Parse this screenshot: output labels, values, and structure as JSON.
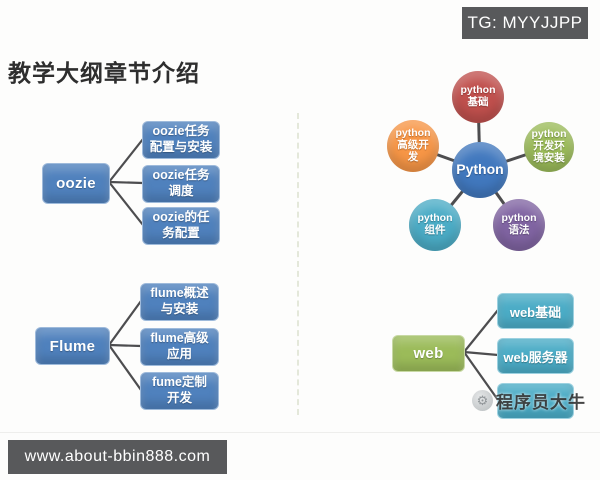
{
  "badges": {
    "top_right": "TG: MYYJJPP",
    "bottom_left": "www.about-bbin888.com"
  },
  "title": "教学大纲章节介绍",
  "colors": {
    "node_blue": "#4f81bd",
    "center_blue": "#4178be",
    "red": "#c0504d",
    "orange": "#f79646",
    "green": "#9bbb59",
    "teal": "#4bacc6",
    "purple": "#8064a2",
    "badge_bg": "#58595b",
    "connector": "#4d4d4f"
  },
  "trees": {
    "oozie": {
      "root": "oozie",
      "children": [
        {
          "line1": "oozie任务",
          "line2": "配置与安装"
        },
        {
          "line1": "oozie任务",
          "line2": "调度"
        },
        {
          "line1": "oozie的任",
          "line2": "务配置"
        }
      ]
    },
    "flume": {
      "root": "Flume",
      "children": [
        {
          "line1": "flume概述",
          "line2": "与安装"
        },
        {
          "line1": "flume高级",
          "line2": "应用"
        },
        {
          "line1": "fume定制",
          "line2": "开发"
        }
      ]
    },
    "web": {
      "root": "web",
      "children": [
        {
          "label": "web基础"
        },
        {
          "label": "web服务器"
        },
        {
          "label": ""
        }
      ]
    }
  },
  "python_star": {
    "center": "Python",
    "satellites": [
      {
        "id": "python-basics",
        "line1": "python",
        "line2": "基础",
        "line3": "",
        "color": "red"
      },
      {
        "id": "python-advanced-dev",
        "line1": "python",
        "line2": "高级开",
        "line3": "发",
        "color": "orange"
      },
      {
        "id": "python-env-install",
        "line1": "python",
        "line2": "开发环",
        "line3": "境安装",
        "color": "green"
      },
      {
        "id": "python-components",
        "line1": "python",
        "line2": "组件",
        "line3": "",
        "color": "teal"
      },
      {
        "id": "python-syntax",
        "line1": "python",
        "line2": "语法",
        "line3": "",
        "color": "purple"
      }
    ]
  },
  "watermark": {
    "label": "程序员大牛",
    "icon": "gear-logo-icon",
    "icon_glyph": "⚙"
  }
}
